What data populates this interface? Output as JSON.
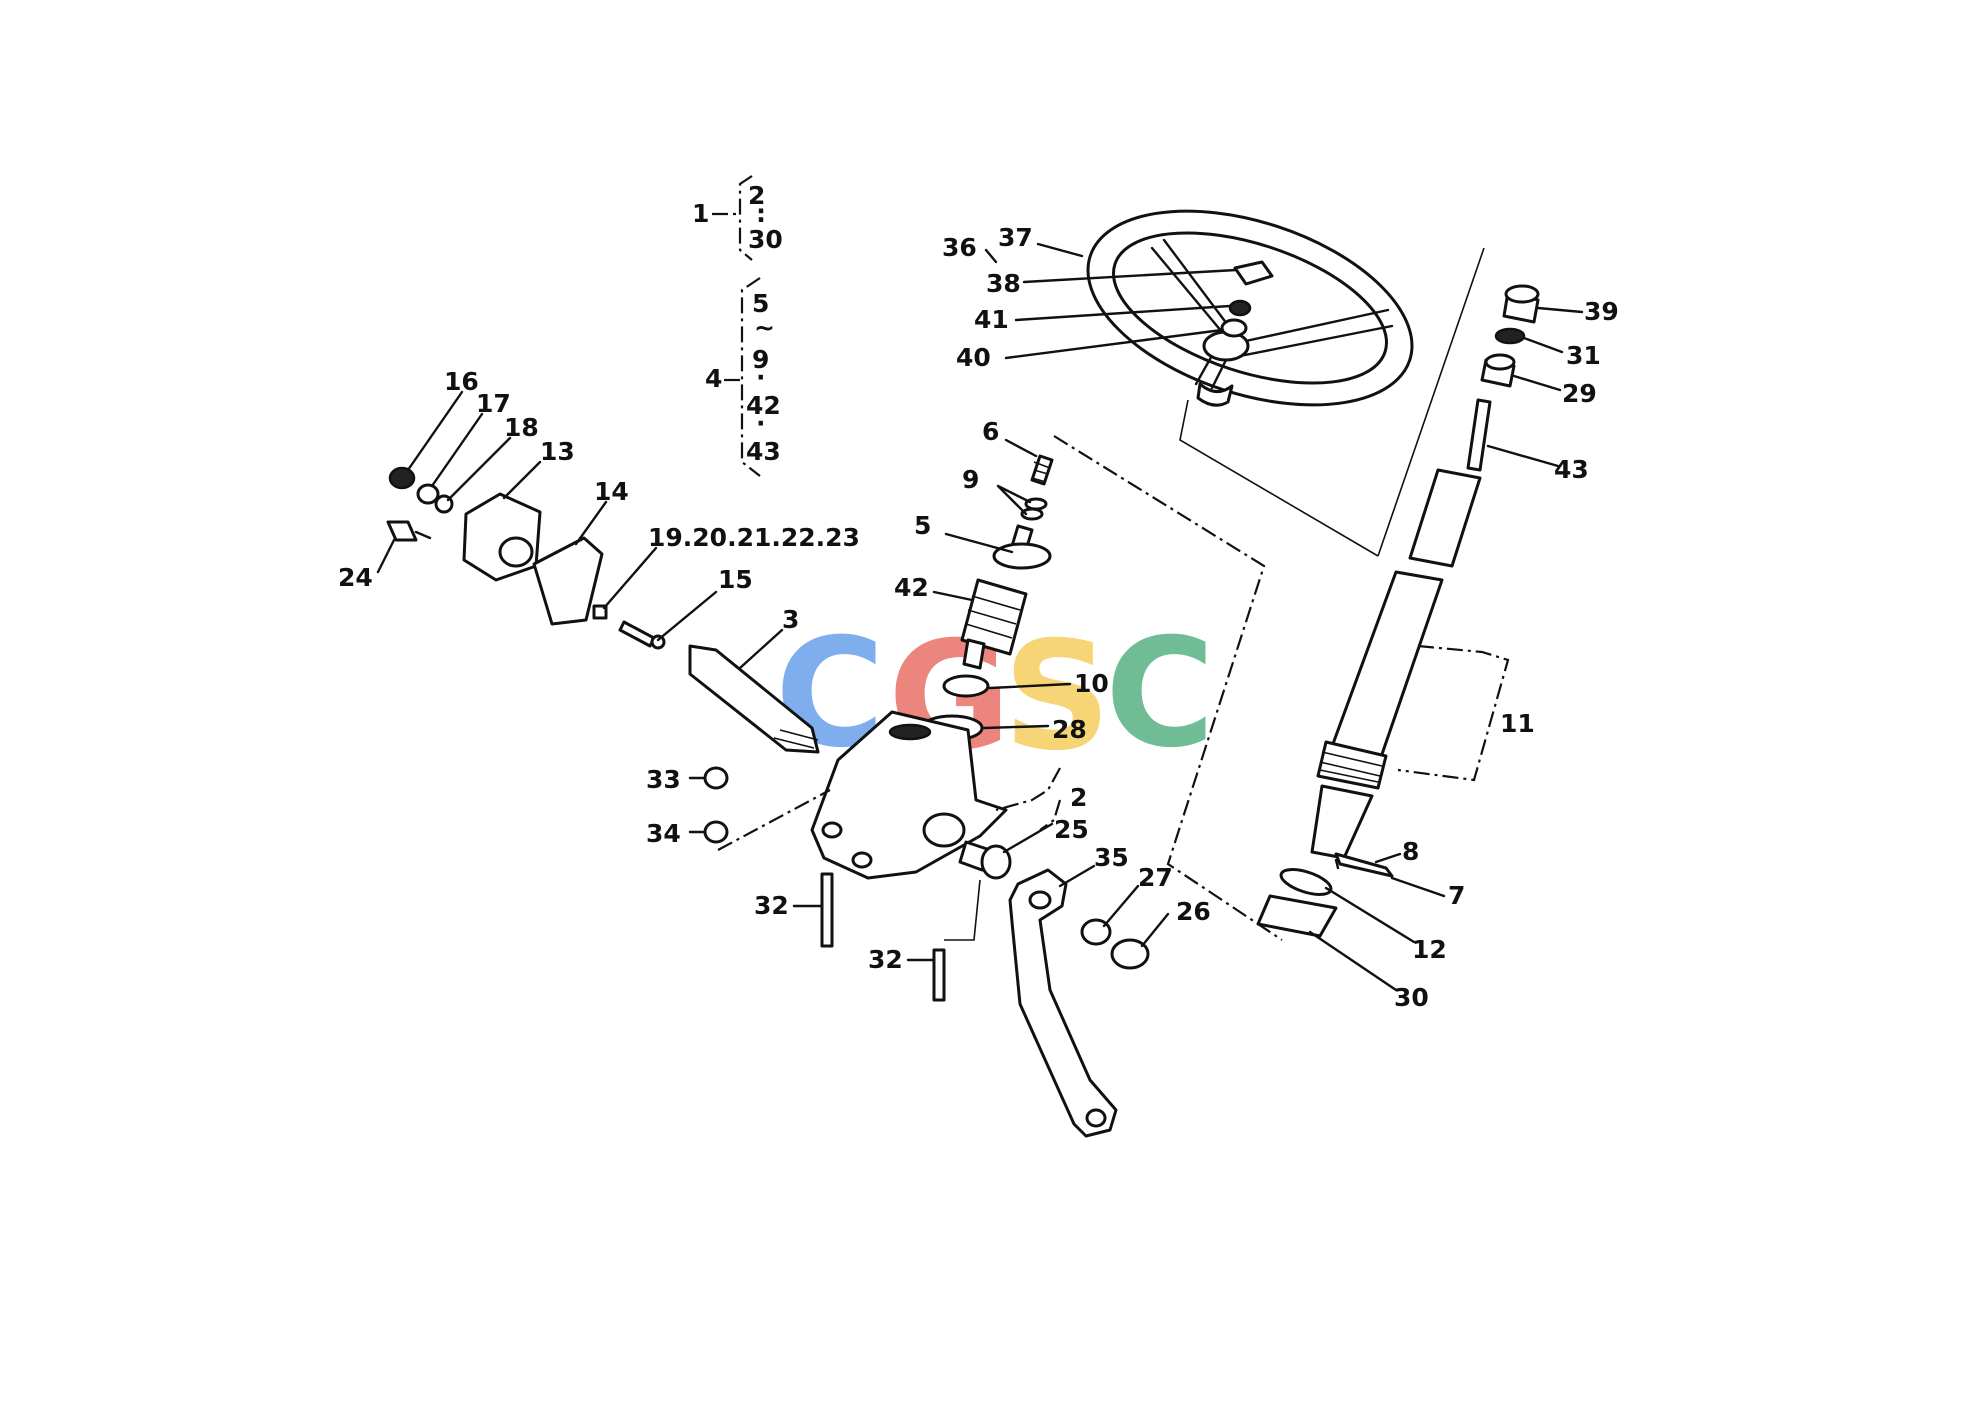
{
  "watermark": {
    "letters": [
      {
        "char": "C",
        "color": "#4d8fe8"
      },
      {
        "char": "G",
        "color": "#e4574d"
      },
      {
        "char": "S",
        "color": "#f4c542"
      },
      {
        "char": "C",
        "color": "#3aa36b"
      }
    ]
  },
  "groups": {
    "g1": {
      "label": "1",
      "items": [
        "2",
        ":",
        "30"
      ]
    },
    "g4": {
      "label": "4",
      "items": [
        "5",
        "~",
        "9",
        "·",
        "42",
        "·",
        "43"
      ]
    }
  },
  "labels": {
    "l16": "16",
    "l17": "17",
    "l18": "18",
    "l13": "13",
    "l14": "14",
    "l24": "24",
    "l19_23": "19.20.21.22.23",
    "l15": "15",
    "l3": "3",
    "l33": "33",
    "l34": "34",
    "l32a": "32",
    "l32b": "32",
    "l2": "2",
    "l25": "25",
    "l35": "35",
    "l27": "27",
    "l26": "26",
    "l6": "6",
    "l9": "9",
    "l5": "5",
    "l42": "42",
    "l10": "10",
    "l28": "28",
    "l36": "36",
    "l37": "37",
    "l38": "38",
    "l41": "41",
    "l40": "40",
    "l39": "39",
    "l31": "31",
    "l29": "29",
    "l43": "43",
    "l11": "11",
    "l8": "8",
    "l7": "7",
    "l12": "12",
    "l30": "30"
  }
}
